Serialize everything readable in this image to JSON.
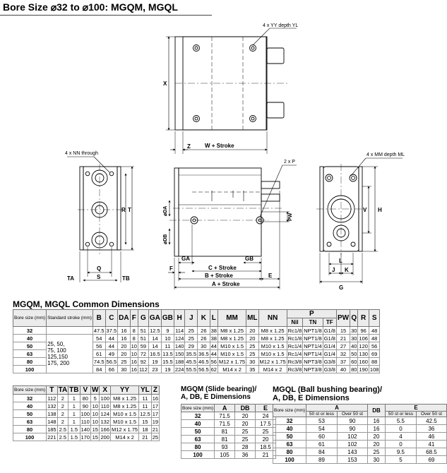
{
  "title": "Bore Size ⌀32 to ⌀100: MGQM, MGQL",
  "drawing": {
    "callout_yy": "4 x YY depth YL",
    "callout_nn": "4 x NN through",
    "callout_p": "2 x P",
    "callout_mm": "4 x MM depth ML",
    "x": "X",
    "z": "Z",
    "w_stroke": "W + Stroke",
    "r": "R",
    "t": "T",
    "q": "Q",
    "s": "S",
    "ta": "TA",
    "tb": "TB",
    "da": "⌀DA",
    "db": "⌀DB",
    "pw": "PW",
    "ga": "GA",
    "gb": "GB",
    "f": "F",
    "e": "E",
    "c_stroke": "C + Stroke",
    "b_stroke": "B + Stroke",
    "a_stroke": "A + Stroke",
    "v": "V",
    "h": "H",
    "j": "J",
    "k": "K",
    "l": "L",
    "g": "G"
  },
  "common": {
    "title": "MGQM, MGQL Common Dimensions",
    "h_bore": "Bore size (mm)",
    "h_stroke": "Standard stroke (mm)",
    "cols": [
      "B",
      "C",
      "DA",
      "F",
      "G",
      "GA",
      "GB",
      "H",
      "J",
      "K",
      "L",
      "MM",
      "ML",
      "NN"
    ],
    "h_p": "P",
    "p_sub": [
      "Nil",
      "TN",
      "TF"
    ],
    "cols2": [
      "PW",
      "Q",
      "R",
      "S"
    ],
    "strokes": [
      "25, 50,",
      "75, 100",
      "125,150",
      "175, 200"
    ],
    "rows": [
      {
        "bore": "32",
        "v": [
          "47.5",
          "37.5",
          "16",
          "8",
          "51",
          "12.5",
          "9",
          "114",
          "25",
          "26",
          "38",
          "M8 x 1.25",
          "20",
          "M8 x 1.25"
        ],
        "p": [
          "Rc1/8",
          "NPT1/8",
          "G1/8"
        ],
        "v2": [
          "15",
          "30",
          "96",
          "48"
        ]
      },
      {
        "bore": "40",
        "v": [
          "54",
          "44",
          "16",
          "8",
          "51",
          "14",
          "10",
          "124",
          "25",
          "26",
          "38",
          "M8 x 1.25",
          "20",
          "M8 x 1.25"
        ],
        "p": [
          "Rc1/8",
          "NPT1/8",
          "G1/8"
        ],
        "v2": [
          "21",
          "30",
          "106",
          "48"
        ]
      },
      {
        "bore": "50",
        "v": [
          "56",
          "44",
          "20",
          "10",
          "59",
          "14",
          "11",
          "140",
          "29",
          "30",
          "44",
          "M10 x 1.5",
          "25",
          "M10 x 1.5"
        ],
        "p": [
          "Rc1/4",
          "NPT1/4",
          "G1/4"
        ],
        "v2": [
          "27",
          "40",
          "120",
          "56"
        ]
      },
      {
        "bore": "63",
        "v": [
          "61",
          "49",
          "20",
          "10",
          "72",
          "16.5",
          "13.5",
          "150",
          "35.5",
          "36.5",
          "44",
          "M10 x 1.5",
          "25",
          "M10 x 1.5"
        ],
        "p": [
          "Rc1/4",
          "NPT1/4",
          "G1/4"
        ],
        "v2": [
          "32",
          "50",
          "130",
          "69"
        ]
      },
      {
        "bore": "80",
        "v": [
          "74.5",
          "56.5",
          "25",
          "16",
          "92",
          "19",
          "15.5",
          "188",
          "45.5",
          "46.5",
          "56",
          "M12 x 1.75",
          "30",
          "M12 x 1.75"
        ],
        "p": [
          "Rc3/8",
          "NPT3/8",
          "G3/8"
        ],
        "v2": [
          "37",
          "60",
          "160",
          "88"
        ]
      },
      {
        "bore": "100",
        "v": [
          "84",
          "66",
          "30",
          "16",
          "112",
          "23",
          "19",
          "224",
          "55.5",
          "56.5",
          "62",
          "M14 x 2",
          "35",
          "M14 x 2"
        ],
        "p": [
          "Rc3/8",
          "NPT3/8",
          "G3/8"
        ],
        "v2": [
          "40",
          "80",
          "190",
          "108"
        ]
      }
    ]
  },
  "second": {
    "h_bore": "Bore size (mm)",
    "cols": [
      "T",
      "TA",
      "TB",
      "V",
      "W",
      "X",
      "YY",
      "YL",
      "Z"
    ],
    "rows": [
      {
        "bore": "32",
        "v": [
          "112",
          "2",
          "1",
          "80",
          "5",
          "100",
          "M8 x 1.25",
          "11",
          "16"
        ]
      },
      {
        "bore": "40",
        "v": [
          "132",
          "2",
          "1",
          "90",
          "10",
          "110",
          "M8 x 1.25",
          "11",
          "17"
        ]
      },
      {
        "bore": "50",
        "v": [
          "138",
          "2",
          "1",
          "100",
          "10",
          "124",
          "M10 x 1.5",
          "12.5",
          "17"
        ]
      },
      {
        "bore": "63",
        "v": [
          "148",
          "2",
          "1",
          "110",
          "10",
          "132",
          "M10 x 1.5",
          "15",
          "19"
        ]
      },
      {
        "bore": "80",
        "v": [
          "185",
          "2.5",
          "1.5",
          "140",
          "15",
          "166",
          "M12 x 1.75",
          "18",
          "21"
        ]
      },
      {
        "bore": "100",
        "v": [
          "221",
          "2.5",
          "1.5",
          "170",
          "15",
          "200",
          "M14 x 2",
          "21",
          "25"
        ]
      }
    ]
  },
  "mgqm": {
    "title1": "MGQM (Slide bearing)/",
    "title2": "A, DB, E Dimensions",
    "h_bore": "Bore size (mm)",
    "cols": [
      "A",
      "DB",
      "E"
    ],
    "rows": [
      {
        "bore": "32",
        "v": [
          "71.5",
          "20",
          "24"
        ]
      },
      {
        "bore": "40",
        "v": [
          "71.5",
          "20",
          "17.5"
        ]
      },
      {
        "bore": "50",
        "v": [
          "81",
          "25",
          "25"
        ]
      },
      {
        "bore": "63",
        "v": [
          "81",
          "25",
          "20"
        ]
      },
      {
        "bore": "80",
        "v": [
          "93",
          "28",
          "18.5"
        ]
      },
      {
        "bore": "100",
        "v": [
          "105",
          "36",
          "21"
        ]
      }
    ]
  },
  "mgql": {
    "title1": "MGQL (Ball bushing bearing)/",
    "title2": "A, DB, E Dimensions",
    "h_bore": "Bore size (mm)",
    "h_a": "A",
    "h_db": "DB",
    "h_e": "E",
    "sub": [
      "50 st or less",
      "Over 50 st",
      "50 st or less",
      "Over 50 st"
    ],
    "rows": [
      {
        "bore": "32",
        "v": [
          "53",
          "90",
          "16",
          "5.5",
          "42.5"
        ]
      },
      {
        "bore": "40",
        "v": [
          "54",
          "90",
          "16",
          "0",
          "36"
        ]
      },
      {
        "bore": "50",
        "v": [
          "60",
          "102",
          "20",
          "4",
          "46"
        ]
      },
      {
        "bore": "63",
        "v": [
          "61",
          "102",
          "20",
          "0",
          "41"
        ]
      },
      {
        "bore": "80",
        "v": [
          "84",
          "143",
          "25",
          "9.5",
          "68.5"
        ]
      },
      {
        "bore": "100",
        "v": [
          "89",
          "153",
          "30",
          "5",
          "69"
        ]
      }
    ]
  },
  "colors": {
    "ink": "#000000",
    "fill": "#ffffff",
    "header": "#ececec"
  }
}
